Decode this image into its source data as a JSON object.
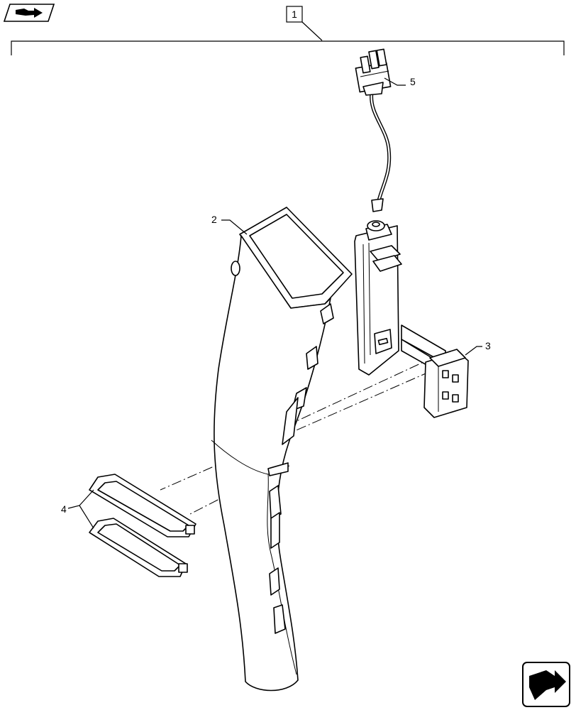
{
  "callouts": {
    "assembly": "1",
    "duct": "2",
    "bracket": "3",
    "gaskets": "4",
    "harness": "5"
  },
  "icons": {
    "top_left": "book-arrow-icon",
    "bottom_right": "next-page-arrow-icon"
  }
}
